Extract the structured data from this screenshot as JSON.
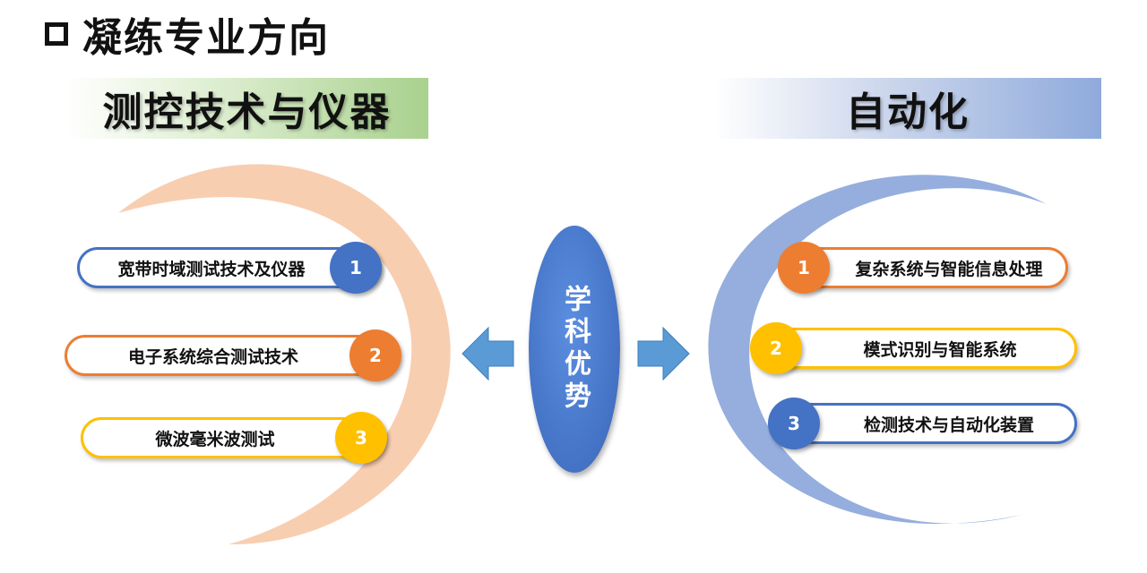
{
  "title": "凝练专业方向",
  "center": {
    "label": "学科优势"
  },
  "left": {
    "heading": "测控技术与仪器",
    "items": [
      {
        "number": "1",
        "text": "宽带时域测试技术及仪器"
      },
      {
        "number": "2",
        "text": "电子系统综合测试技术"
      },
      {
        "number": "3",
        "text": "微波毫米波测试"
      }
    ]
  },
  "right": {
    "heading": "自动化",
    "items": [
      {
        "number": "1",
        "text": "复杂系统与智能信息处理"
      },
      {
        "number": "2",
        "text": "模式识别与智能系统"
      },
      {
        "number": "3",
        "text": "检测技术与自动化装置"
      }
    ]
  },
  "colors": {
    "blue": "#4472c4",
    "orange": "#ed7d31",
    "yellow": "#ffc000",
    "left_arc": "#f8cbad",
    "right_arc": "#8faadc",
    "arrow": "#5b9bd5"
  }
}
